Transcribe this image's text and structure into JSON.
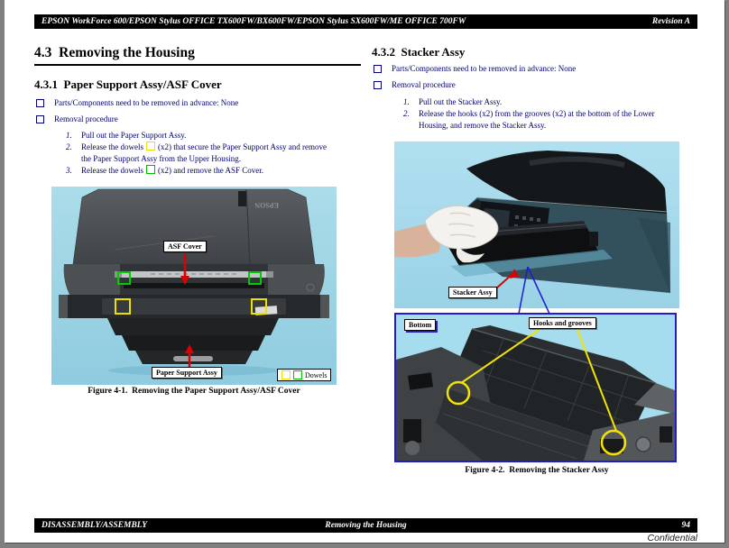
{
  "header": {
    "title": "EPSON WorkForce 600/EPSON Stylus OFFICE TX600FW/BX600FW/EPSON Stylus SX600FW/ME OFFICE 700FW",
    "revision": "Revision A"
  },
  "section_title": "4.3  Removing the Housing",
  "left": {
    "heading": "4.3.1  Paper Support Assy/ASF Cover",
    "bullet1": "Parts/Components need to be removed in advance: None",
    "bullet2": "Removal procedure",
    "steps": {
      "s1": {
        "num": "1.",
        "text": "Pull out the Paper Support Assy."
      },
      "s2": {
        "num": "2.",
        "pre": "Release the dowels",
        "post1": "(x2) that secure the Paper Support Assy and remove",
        "line2": "the Paper Support Assy from the Upper Housing."
      },
      "s3": {
        "num": "3.",
        "pre": "Release the dowels",
        "post1": "(x2) and remove the ASF Cover."
      }
    },
    "figure": {
      "brand": "EPSON",
      "label_asf": "ASF Cover",
      "label_ps": "Paper Support Assy",
      "legend": "Dowels",
      "caption": "Figure 4-1.  Removing the Paper Support Assy/ASF Cover"
    }
  },
  "right": {
    "heading": "4.3.2  Stacker Assy",
    "bullet1": "Parts/Components need to be removed in advance: None",
    "bullet2": "Removal procedure",
    "steps": {
      "s1": {
        "num": "1.",
        "text": "Pull out the Stacker Assy."
      },
      "s2": {
        "num": "2.",
        "line1": "Release the hooks (x2) from the grooves (x2) at the bottom of the Lower",
        "line2": "Housing, and remove the Stacker Assy."
      }
    },
    "figure": {
      "label_stacker": "Stacker Assy",
      "label_bottom": "Bottom",
      "label_hooks": "Hooks and grooves",
      "caption": "Figure 4-2.  Removing the Stacker Assy"
    }
  },
  "footer": {
    "left": "DISASSEMBLY/ASSEMBLY",
    "center": "Removing the Housing",
    "page": "94",
    "confidential": "Confidential"
  },
  "colors": {
    "body_text_navy": "#00006e",
    "dowel_yellow": "#f0e000",
    "dowel_green": "#00bb00",
    "callout_blue": "#1d1dcf",
    "arrow_red": "#dd0000",
    "photo_background_blue": "#a5dcee"
  }
}
